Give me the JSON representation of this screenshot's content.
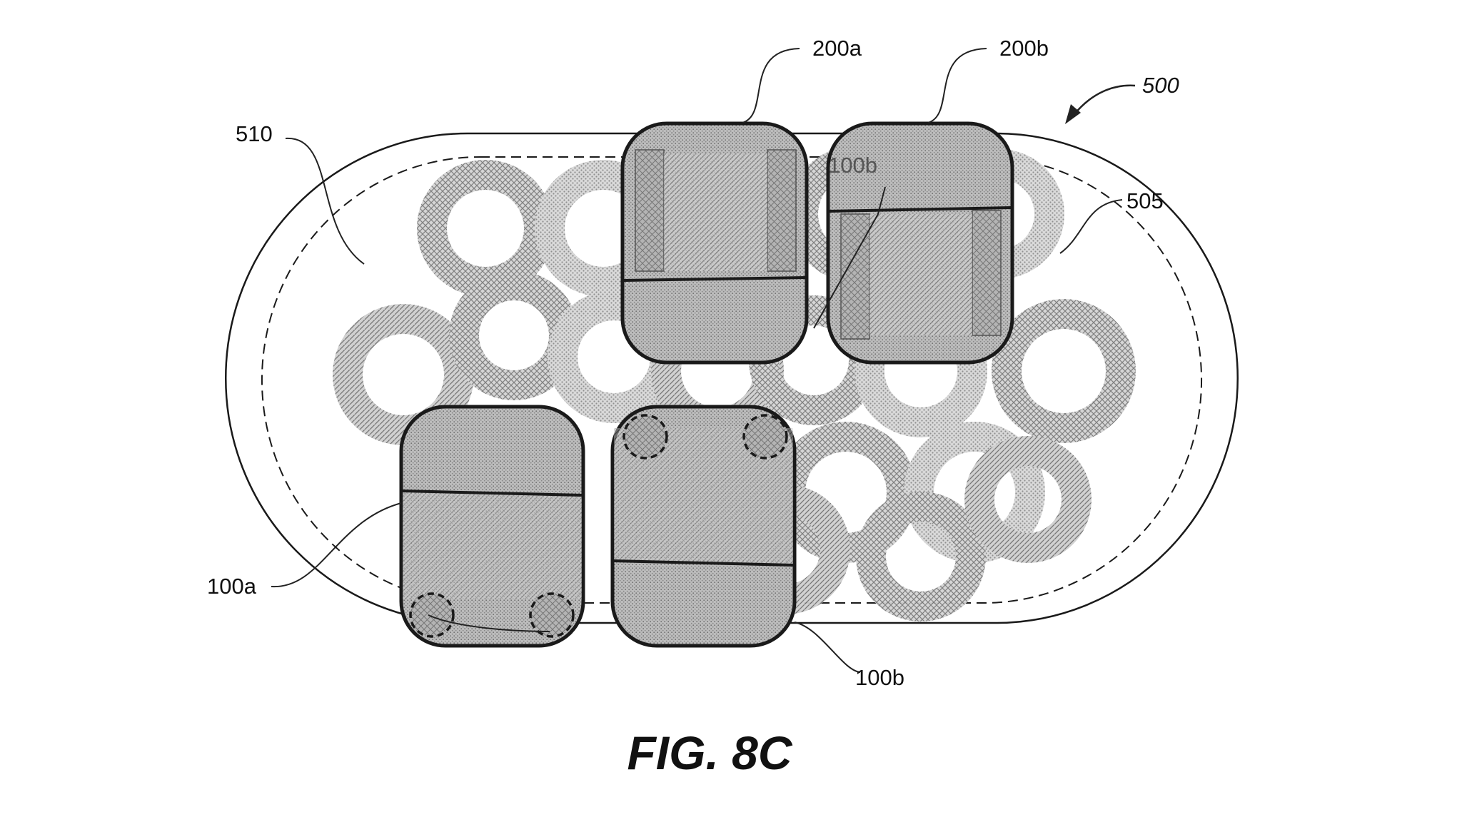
{
  "figure": {
    "caption": "FIG. 8C",
    "labels": {
      "system": "500",
      "tray": "510",
      "pattern": "505",
      "top_left_device": "200a",
      "top_right_device": "200b",
      "inner_ref": "100b",
      "bottom_left_device": "100a",
      "bottom_right_device": "100b"
    }
  },
  "colors": {
    "outline": "#1a1a1a",
    "device_fill": "#bdbdbd",
    "device_top": "#a8a8a8",
    "pattern": "#b8b8b8",
    "background": "#ffffff"
  }
}
